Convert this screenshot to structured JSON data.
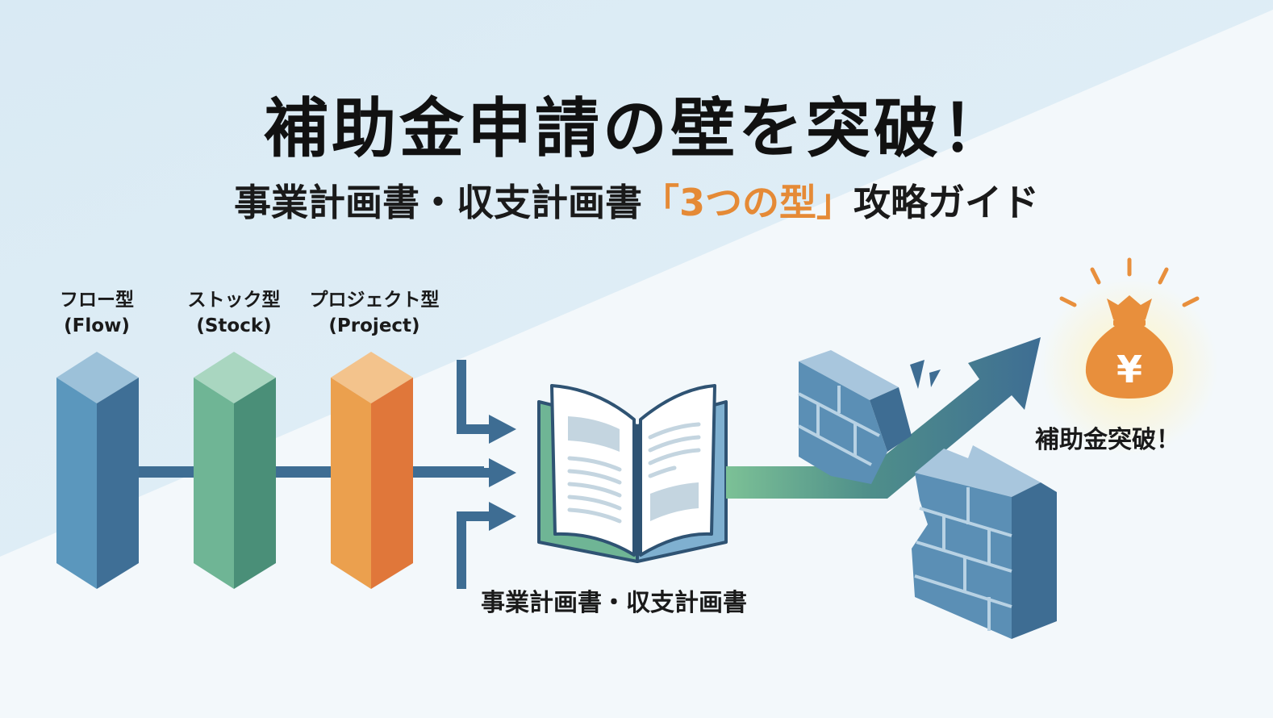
{
  "header": {
    "title": "補助金申請の壁を突破！",
    "subtitle_prefix": "事業計画書・収支計画書",
    "subtitle_accent": "「3つの型」",
    "subtitle_suffix": "攻略ガイド"
  },
  "pillars": [
    {
      "label_jp": "フロー型",
      "label_en": "(Flow)",
      "color_front": "#5b97bd",
      "color_side": "#3f6f96",
      "color_top": "#9cc1d9"
    },
    {
      "label_jp": "ストック型",
      "label_en": "(Stock)",
      "color_front": "#6fb595",
      "color_side": "#4a8f78",
      "color_top": "#a9d6c0"
    },
    {
      "label_jp": "プロジェクト型",
      "label_en": "(Project)",
      "color_front": "#eba04e",
      "color_side": "#e0773a",
      "color_top": "#f3c38c"
    }
  ],
  "document": {
    "label": "事業計画書・収支計画書",
    "icon": "open-book-icon"
  },
  "goal": {
    "label": "補助金突破！",
    "icon": "money-bag-yen-icon",
    "symbol": "¥",
    "color": "#e88f3c"
  },
  "colors": {
    "background_top": "#dcecf5",
    "background_bottom": "#f3f8fb",
    "connector": "#3e6d93",
    "wall": "#4b7fa6",
    "accent": "#e58a36"
  }
}
